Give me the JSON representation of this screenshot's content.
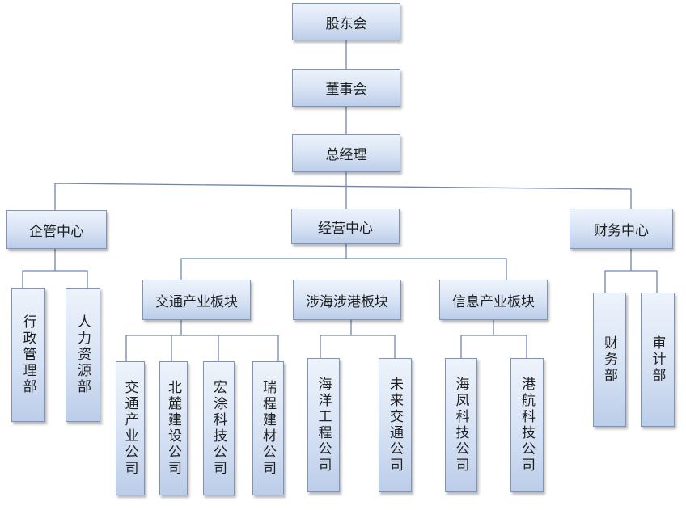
{
  "nodes": {
    "shareholders": "股东会",
    "board": "董事会",
    "gm": "总经理",
    "enterprise_center": "企管中心",
    "operations_center": "经营中心",
    "finance_center": "财务中心",
    "admin_mgmt": "行政管理部",
    "hr": "人力资源部",
    "transport_sector": "交通产业板块",
    "sea_port_sector": "涉海涉港板块",
    "info_sector": "信息产业板块",
    "finance_dept": "财务部",
    "audit_dept": "审计部",
    "transport_co": "交通产业公司",
    "beilu_co": "北麓建设公司",
    "hongtu_co": "宏涂科技公司",
    "ruicheng_co": "瑞程建材公司",
    "haiyang_co": "海洋工程公司",
    "future_co": "未来交通公司",
    "haifeng_co": "海凤科技公司",
    "ganghang_co": "港航科技公司"
  }
}
